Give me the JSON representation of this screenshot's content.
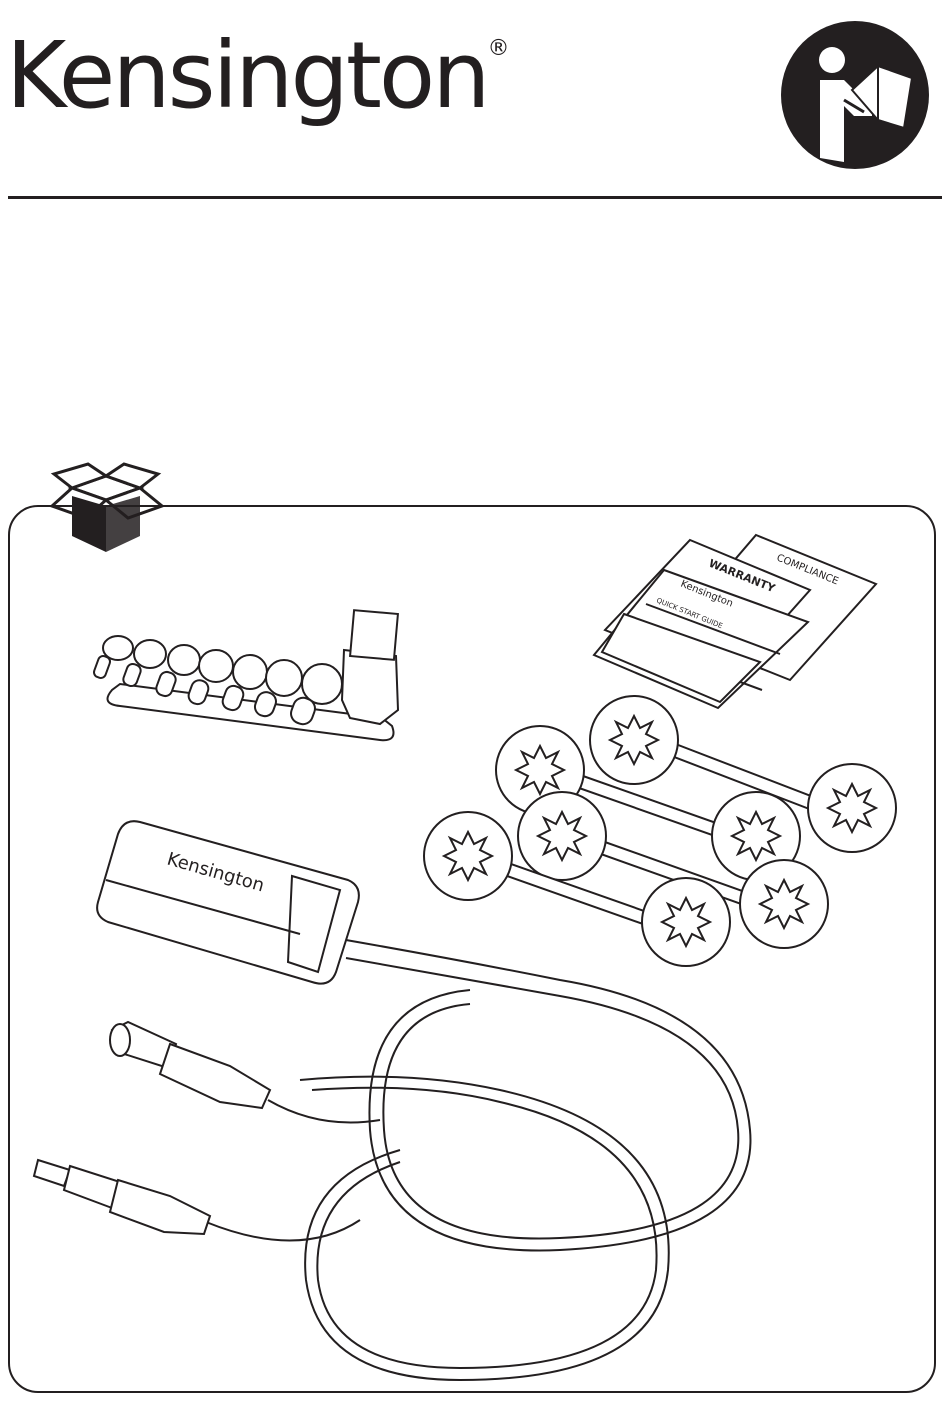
{
  "header": {
    "brand_name": "Kensington",
    "registered_mark": "®"
  },
  "package": {
    "driver_label": "Kensington",
    "documents": {
      "compliance": "COMPLIANCE",
      "warranty": "WARRANTY",
      "guide_brand": "Kensington",
      "quick_start_guide": "QUICK START GUIDE"
    }
  },
  "icons": {
    "manual": "read-manual-icon",
    "box": "open-box-icon"
  },
  "colors": {
    "ink": "#231f20",
    "paper": "#ffffff"
  }
}
